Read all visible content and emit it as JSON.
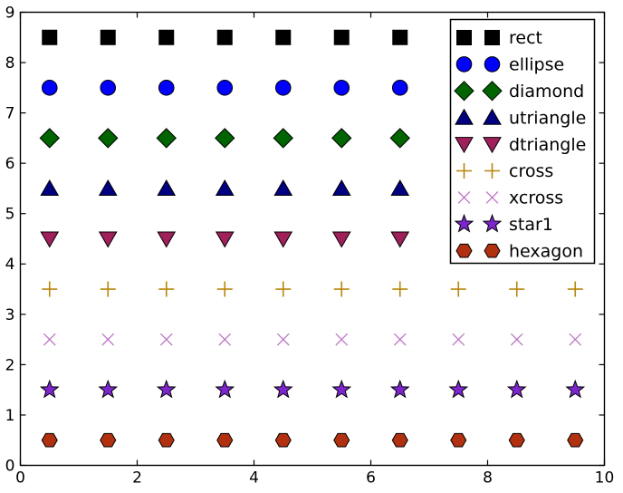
{
  "chart_data": {
    "type": "scatter",
    "title": "",
    "xlabel": "",
    "ylabel": "",
    "xlim": [
      0,
      10
    ],
    "ylim": [
      0,
      9
    ],
    "xticks": [
      0,
      2,
      4,
      6,
      8,
      10
    ],
    "yticks": [
      0,
      1,
      2,
      3,
      4,
      5,
      6,
      7,
      8,
      9
    ],
    "grid": false,
    "background_color": "#ffffff",
    "axis_color": "#000000",
    "legend": {
      "position": "upper right",
      "numpoints": 2,
      "entries": [
        "rect",
        "ellipse",
        "diamond",
        "utriangle",
        "dtriangle",
        "cross",
        "xcross",
        "star1",
        "hexagon"
      ]
    },
    "series": [
      {
        "name": "rect",
        "marker": "square",
        "color": "#000000",
        "edge": "#000000",
        "y": 8.5,
        "x": [
          0.5,
          1.5,
          2.5,
          3.5,
          4.5,
          5.5,
          6.5
        ]
      },
      {
        "name": "ellipse",
        "marker": "circle",
        "color": "#0000ff",
        "edge": "#000000",
        "y": 7.5,
        "x": [
          0.5,
          1.5,
          2.5,
          3.5,
          4.5,
          5.5,
          6.5
        ]
      },
      {
        "name": "diamond",
        "marker": "diamond",
        "color": "#006400",
        "edge": "#000000",
        "y": 6.5,
        "x": [
          0.5,
          1.5,
          2.5,
          3.5,
          4.5,
          5.5,
          6.5
        ]
      },
      {
        "name": "utriangle",
        "marker": "triangle-up",
        "color": "#000080",
        "edge": "#000000",
        "y": 5.5,
        "x": [
          0.5,
          1.5,
          2.5,
          3.5,
          4.5,
          5.5,
          6.5
        ]
      },
      {
        "name": "dtriangle",
        "marker": "triangle-down",
        "color": "#a0205c",
        "edge": "#000000",
        "y": 4.5,
        "x": [
          0.5,
          1.5,
          2.5,
          3.5,
          4.5,
          5.5,
          6.5
        ]
      },
      {
        "name": "cross",
        "marker": "plus",
        "color": "#b8860b",
        "edge": "#b8860b",
        "y": 3.5,
        "x": [
          0.5,
          1.5,
          2.5,
          3.5,
          4.5,
          5.5,
          6.5,
          7.5,
          8.5,
          9.5
        ]
      },
      {
        "name": "xcross",
        "marker": "x",
        "color": "#be77c6",
        "edge": "#be77c6",
        "y": 2.5,
        "x": [
          0.5,
          1.5,
          2.5,
          3.5,
          4.5,
          5.5,
          6.5,
          7.5,
          8.5,
          9.5
        ]
      },
      {
        "name": "star1",
        "marker": "star",
        "color": "#7d26cd",
        "edge": "#000000",
        "y": 1.5,
        "x": [
          0.5,
          1.5,
          2.5,
          3.5,
          4.5,
          5.5,
          6.5,
          7.5,
          8.5,
          9.5
        ]
      },
      {
        "name": "hexagon",
        "marker": "hexagon",
        "color": "#b03010",
        "edge": "#000000",
        "y": 0.5,
        "x": [
          0.5,
          1.5,
          2.5,
          3.5,
          4.5,
          5.5,
          6.5,
          7.5,
          8.5,
          9.5
        ]
      }
    ]
  }
}
